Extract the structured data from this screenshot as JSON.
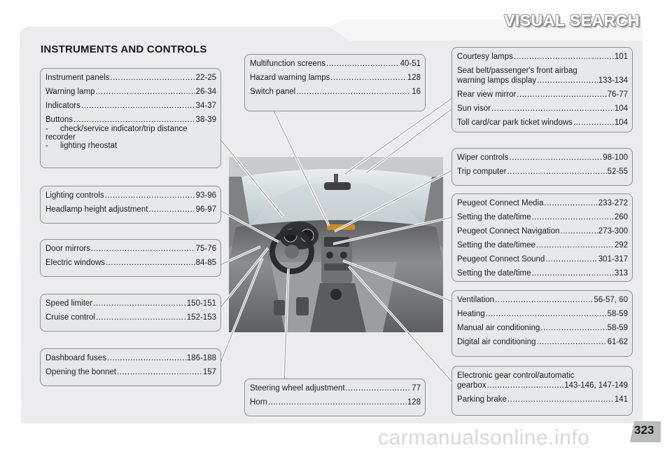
{
  "header": {
    "title": "VISUAL SEARCH",
    "section": "INSTRUMENTS AND CONTROLS"
  },
  "page_number": "323",
  "watermark": "carmanualsonline.info",
  "boxes": {
    "instruments": {
      "items": [
        {
          "label": "Instrument panels",
          "pages": "22-25"
        },
        {
          "label": "Warning lamp",
          "pages": "26-34"
        },
        {
          "label": "Indicators",
          "pages": "34-37"
        },
        {
          "label": "Buttons",
          "pages": "38-39"
        }
      ],
      "sub": [
        "check/service indicator/trip distance",
        "recorder",
        "lighting rheostat"
      ]
    },
    "lighting": {
      "items": [
        {
          "label": "Lighting controls",
          "pages": "93-96"
        },
        {
          "label": "Headlamp height adjustment",
          "pages": "96-97"
        }
      ]
    },
    "doors": {
      "items": [
        {
          "label": "Door mirrors",
          "pages": "75-76"
        },
        {
          "label": "Electric windows",
          "pages": "84-85"
        }
      ]
    },
    "speed": {
      "items": [
        {
          "label": "Speed limiter",
          "pages": "150-151"
        },
        {
          "label": "Cruise control",
          "pages": "152-153"
        }
      ]
    },
    "fuses": {
      "items": [
        {
          "label": "Dashboard fuses",
          "pages": "186-188"
        },
        {
          "label": "Opening the bonnet",
          "pages": "157"
        }
      ]
    },
    "multifunction": {
      "items": [
        {
          "label": "Multifunction screens",
          "pages": "40-51"
        },
        {
          "label": "Hazard warning lamps",
          "pages": "128"
        },
        {
          "label": "Switch panel",
          "pages": "16"
        }
      ]
    },
    "steering": {
      "items": [
        {
          "label": "Steering wheel adjustment",
          "pages": "77"
        },
        {
          "label": "Horn",
          "pages": "128"
        }
      ]
    },
    "courtesy": {
      "items_a": [
        {
          "label": "Courtesy lamps",
          "pages": "101"
        }
      ],
      "seatbelt": {
        "line1": "Seat belt/passenger's front airbag",
        "line2": "warning lamps display",
        "pages": "133-134"
      },
      "items_b": [
        {
          "label": "Rear view mirror",
          "pages": "76-77"
        },
        {
          "label": "Sun visor",
          "pages": "104"
        },
        {
          "label": "Toll card/car park ticket windows",
          "pages": "104"
        }
      ]
    },
    "wiper": {
      "items": [
        {
          "label": "Wiper controls",
          "pages": "98-100"
        },
        {
          "label": "Trip computer",
          "pages": "52-55"
        }
      ]
    },
    "connect": {
      "items": [
        {
          "label": "Peugeot Connect Media",
          "pages": "233-272"
        },
        {
          "label": "Setting the date/time",
          "pages": "260"
        },
        {
          "label": "Peugeot Connect Navigation",
          "pages": "273-300"
        },
        {
          "label": "Setting the date/timee",
          "pages": "292"
        },
        {
          "label": "Peugeot Connect Sound",
          "pages": "301-317"
        },
        {
          "label": "Setting the date/time",
          "pages": "313"
        }
      ]
    },
    "ventilation": {
      "items": [
        {
          "label": "Ventilation",
          "pages": "56-57, 60"
        },
        {
          "label": "Heating",
          "pages": "58-59"
        },
        {
          "label": "Manual air conditioning",
          "pages": "58-59"
        },
        {
          "label": "Digital air conditioning",
          "pages": "61-62"
        }
      ]
    },
    "gear": {
      "gearbox": {
        "line1": "Electronic gear control/automatic",
        "line2": "gearbox",
        "pages": "143-146, 147-149"
      },
      "items": [
        {
          "label": "Parking brake",
          "pages": "141"
        }
      ]
    }
  },
  "colors": {
    "box_bg": "#e7e8ea",
    "box_border": "#8f9194",
    "leader": "#a9abae",
    "panel": "#ececee"
  }
}
